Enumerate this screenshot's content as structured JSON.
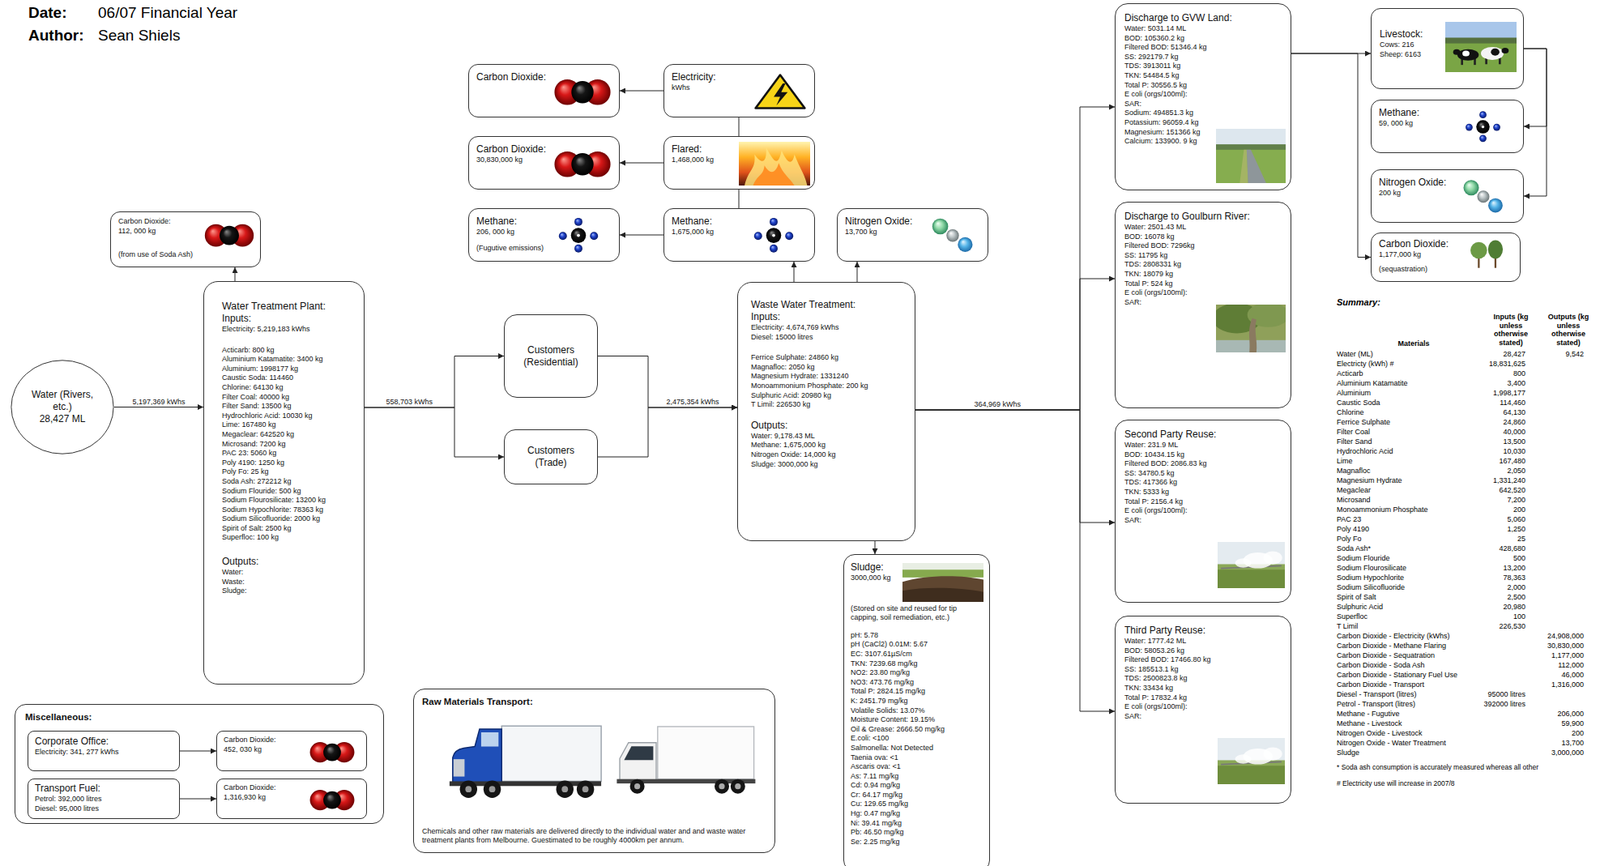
{
  "diagram": {
    "nodes": [
      {
        "text": [
          "Carbon Dioxide:",
          "112, 000 kg",
          "(from use of Soda Ash)"
        ]
      },
      {
        "text": [
          "Water (Rivers, etc.)",
          "28,427 ML"
        ]
      },
      {
        "text": [
          "Water Treatment Plant:",
          "Inputs:",
          "Electricity: 5,219,183 kWhs",
          "Acticarb: 800 kg",
          "Aluminium Katamatite: 3400 kg",
          "Aluminium: 1998177 kg",
          "Caustic Soda: 114460",
          "Chlorine: 64130 kg",
          "Filter Coal: 40000 kg",
          "Filter Sand: 13500 kg",
          "Hydrochloric Acid: 10030 kg",
          "Lime: 167480 kg",
          "Megaclear: 642520 kg",
          "Microsand: 7200 kg",
          "PAC 23: 5060 kg",
          "Poly 4190: 1250 kg",
          "Poly Fo: 25 kg",
          "Soda Ash: 272212 kg",
          "Sodium Flouride: 500 kg",
          "Sodium Flourosilicate: 13200 kg",
          "Sodium Hypochlorite: 78363 kg",
          "Sodium Silicofluoride: 2000 kg",
          "Spirit of Salt: 2500 kg",
          "Superfloc: 100 kg",
          "Outputs:",
          "Water:",
          "Waste:",
          "Sludge:"
        ]
      },
      {
        "text": [
          "Customers (Residential)"
        ]
      },
      {
        "text": [
          "Customers (Trade)"
        ]
      },
      {
        "text": [
          "Carbon Dioxide:"
        ]
      },
      {
        "text": [
          "Electricity:",
          "kWhs"
        ]
      },
      {
        "text": [
          "Carbon Dioxide:",
          "30,830,000 kg"
        ]
      },
      {
        "text": [
          "Flared:",
          "1,468,000 kg"
        ]
      },
      {
        "text": [
          "Methane:",
          "206, 000 kg",
          "(Fugutive emissions)"
        ]
      },
      {
        "text": [
          "Methane:",
          "1,675,000 kg"
        ]
      },
      {
        "text": [
          "Nitrogen Oxide:",
          "13,700 kg"
        ]
      },
      {
        "text": [
          "Waste Water Treatment:",
          "Inputs:",
          "Electricity: 4,674,769 kWhs",
          "Diesel: 15000 litres",
          "Ferrice Sulphate: 24860 kg",
          "Magnafloc: 2050 kg",
          "Magnesium Hydrate: 1331240",
          "Monoammonium Phosphate: 200 kg",
          "Sulphuric Acid: 20980 kg",
          "T Limil: 226530 kg",
          "Outputs:",
          "Water: 9,178.43 ML",
          "Methane: 1,675,000 kg",
          "Nitrogen Oxide: 14,000 kg",
          "Sludge: 3000,000 kg"
        ]
      },
      {
        "text": [
          "Sludge:",
          "3000,000 kg",
          "(Stored on site and reused for tip capping, soil remediation, etc.)",
          "pH: 5.78",
          "pH (CaCl2) 0.01M: 5.67",
          "EC: 3107.61µS/cm",
          "TKN: 7239.68 mg/kg",
          "NO2: 23.80 mg/kg",
          "NO3: 473.76 mg/kg",
          "Total P: 2824.15 mg/kg",
          "K: 2451.79 mg/kg",
          "Volatile Solids: 13.07%",
          "Moisture Content: 19.15%",
          "Oil & Grease: 2666.50 mg/kg",
          "E.coli: <100",
          "Salmonella: Not Detected",
          "Taenia ova: <1",
          "Ascaris ova: <1",
          "As: 7.11 mg/kg",
          "Cd: 0.94 mg/kg",
          "Cr: 64.17 mg/kg",
          "Cu: 129.65 mg/kg",
          "Hg: 0.47 mg/kg",
          "Ni: 39.41 mg/kg",
          "Pb: 46.50 mg/kg",
          "Se: 2.25 mg/kg"
        ]
      },
      {
        "text": [
          "Discharge to GVW Land:",
          "Water: 5031.14 ML",
          "BOD: 105360.2 kg",
          "Filtered BOD: 51346.4 kg",
          "SS: 292179.7 kg",
          "TDS: 3913011 kg",
          "TKN: 54484.5 kg",
          "Total P: 30556.5 kg",
          "E coli (orgs/100ml):",
          "SAR:",
          "Sodium: 494851.3 kg",
          "Potassium: 96059.4 kg",
          "Magnesium: 151366 kg",
          "Calcium: 133900. 9 kg"
        ]
      },
      {
        "text": [
          "Discharge to Goulburn River:",
          "Water: 2501.43 ML",
          "BOD: 16078 kg",
          "Filtered BOD: 7296kg",
          "SS: 11795 kg",
          "TDS: 2808331 kg",
          "TKN: 18079 kg",
          "Total P: 524 kg",
          "E coli (orgs/100ml):",
          "SAR:"
        ]
      },
      {
        "text": [
          "Second Party Reuse:",
          "Water: 231.9 ML",
          "BOD: 10434.15 kg",
          "Filtered BOD: 2086.83 kg",
          "SS: 34780.5 kg",
          "TDS: 417366 kg",
          "TKN: 5333 kg",
          "Total P: 2156.4 kg",
          "E coli (orgs/100ml):",
          "SAR:"
        ]
      },
      {
        "text": [
          "Third Party Reuse:",
          "Water: 1777.42 ML",
          "BOD: 58053.26 kg",
          "Filtered BOD: 17466.80 kg",
          "SS: 185513.1 kg",
          "TDS: 2500823.8 kg",
          "TKN: 33434 kg",
          "Total P: 17832.4 kg",
          "E coli (orgs/100ml):",
          "SAR:"
        ]
      },
      {
        "text": [
          "Livestock:",
          "Cows: 216",
          "Sheep: 6163"
        ]
      },
      {
        "text": [
          "Methane:",
          "59, 000 kg"
        ]
      },
      {
        "text": [
          "Nitrogen Oxide:",
          "200 kg"
        ]
      },
      {
        "text": [
          "Carbon Dioxide:",
          "1,177,000 kg",
          "(sequastration)"
        ]
      },
      {
        "text": [
          "Miscellaneous:"
        ]
      },
      {
        "text": [
          "Corporate Office:",
          "Electricity: 341, 277 kWhs"
        ],
        "in": 22
      },
      {
        "text": [
          "Carbon Dioxide:",
          "452, 030 kg"
        ],
        "in": 22
      },
      {
        "text": [
          "Transport Fuel:",
          "Petrol: 392,000 litres",
          "Diesel: 95,000 litres"
        ],
        "in": 22
      },
      {
        "text": [
          "Carbon Dioxide:",
          "1,316,930 kg"
        ],
        "in": 22
      },
      {
        "text": [
          "Raw Materials Transport:",
          "Chemicals and other raw materials are delivered directly to the individual water and and waste water treatment plants from Melbourne. Guestimated to be roughly 4000km per annum."
        ]
      }
    ],
    "edges": [
      {
        "from": 1,
        "to": 2,
        "arrow": "to",
        "label": "5,197,369 kWhs"
      },
      {
        "from": 2,
        "to": 0,
        "arrow": "to"
      },
      {
        "from": 2,
        "to": 3,
        "arrow": "to",
        "label": "558,703 kWhs"
      },
      {
        "from": 2,
        "to": 4,
        "arrow": "to"
      },
      {
        "from": 3,
        "to": 12,
        "arrow": "to",
        "label": "2,475,354 kWhs"
      },
      {
        "from": 4,
        "to": 12,
        "arrow": "to"
      },
      {
        "from": 6,
        "to": 5,
        "arrow": "to"
      },
      {
        "from": 8,
        "to": 7,
        "arrow": "to"
      },
      {
        "from": 10,
        "to": 9,
        "arrow": "to"
      },
      {
        "from": 8,
        "to": 6,
        "arrow": "none"
      },
      {
        "from": 10,
        "to": 8,
        "arrow": "none"
      },
      {
        "from": 12,
        "to": 10,
        "arrow": "to"
      },
      {
        "from": 12,
        "to": 11,
        "arrow": "to"
      },
      {
        "from": 12,
        "to": 13,
        "arrow": "to"
      },
      {
        "from": 12,
        "to": 14,
        "arrow": "to",
        "label": "364,969 kWhs"
      },
      {
        "from": 12,
        "to": 15,
        "arrow": "to"
      },
      {
        "from": 12,
        "to": 16,
        "arrow": "to"
      },
      {
        "from": 12,
        "to": 17,
        "arrow": "to"
      },
      {
        "from": 14,
        "to": 18,
        "arrow": "to"
      },
      {
        "from": 14,
        "to": 21,
        "arrow": "to"
      },
      {
        "from": 18,
        "to": 19,
        "arrow": "to"
      },
      {
        "from": 18,
        "to": 20,
        "arrow": "to"
      },
      {
        "from": 23,
        "to": 24,
        "arrow": "to"
      },
      {
        "from": 25,
        "to": 26,
        "arrow": "to"
      }
    ],
    "labels": [
      "Date:",
      "06/07 Financial Year",
      "Author:",
      "Sean Shiels",
      "Summary:",
      "Inputs (kg unless otherwise stated)",
      "Outputs (kg unless otherwise stated)",
      "Materials",
      "Water (ML)",
      "28,427",
      "9,542",
      "Electricty (kWh) #",
      "18,831,625",
      "Acticarb",
      "800",
      "Aluminium Katamatite",
      "3,400",
      "Aluminium",
      "1,998,177",
      "Caustic Soda",
      "114,460",
      "Chlorine",
      "64,130",
      "Ferrice Sulphate",
      "24,860",
      "Filter Coal",
      "40,000",
      "Filter Sand",
      "13,500",
      "Hydrochloric Acid",
      "10,030",
      "Lime",
      "167,480",
      "Magnafloc",
      "2,050",
      "Magnesium Hydrate",
      "1,331,240",
      "Megaclear",
      "642,520",
      "Microsand",
      "7,200",
      "Monoammonium Phosphate",
      "200",
      "PAC 23",
      "5,060",
      "Poly 4190",
      "1,250",
      "Poly Fo",
      "25",
      "Soda Ash*",
      "428,680",
      "Sodium Flouride",
      "500",
      "Sodium Flourosilicate",
      "13,200",
      "Sodium Hypochlorite",
      "78,363",
      "Sodium Silicofluoride",
      "2,000",
      "Spirit of Salt",
      "2,500",
      "Sulphuric Acid",
      "20,980",
      "Superfloc",
      "100",
      "T Limil",
      "226,530",
      "Carbon Dioxide - Electricity (kWhs)",
      "24,908,000",
      "Carbon Dioxide - Methane Flaring",
      "30,830,000",
      "Carbon Dioxide - Sequatration",
      "1,177,000",
      "Carbon Dioxide - Soda Ash",
      "112,000",
      "Carbon Dioxide - Stationary Fuel Use",
      "46,000",
      "Carbon Dioxide - Transport",
      "1,316,000",
      "Diesel - Transport (litres)",
      "95000 litres",
      "Petrol - Transport (litres)",
      "392000 litres",
      "Methane - Fugutive",
      "206,000",
      "Methane - Livestock",
      "59,900",
      "Nitrogen Oxide - Livestock",
      "200",
      "Nitrogen Oxide - Water Treatment",
      "13,700",
      "Sludge",
      "3,000,000",
      "* Soda ash consumption is accurately measured whereas all other",
      "# Electricity use will increase in 2007/8"
    ]
  }
}
